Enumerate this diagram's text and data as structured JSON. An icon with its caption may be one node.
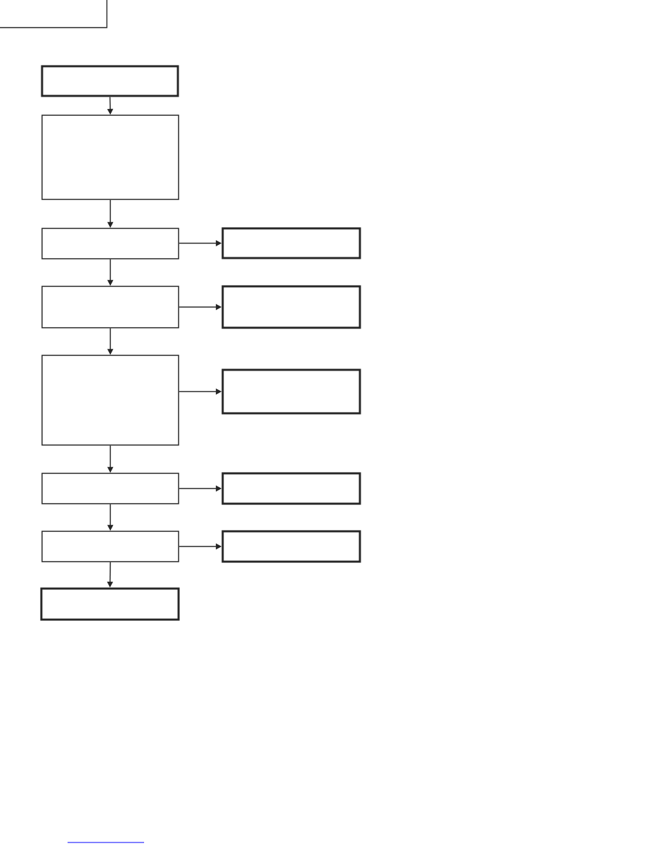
{
  "diagram": {
    "nodes": [
      {
        "text": [],
        "shape": "box"
      },
      {
        "text": [],
        "shape": "box"
      },
      {
        "text": [],
        "shape": "box"
      },
      {
        "text": [],
        "shape": "box"
      },
      {
        "text": [],
        "shape": "box"
      },
      {
        "text": [],
        "shape": "box"
      },
      {
        "text": [],
        "shape": "box"
      },
      {
        "text": [],
        "shape": "box"
      },
      {
        "text": [],
        "shape": "box"
      },
      {
        "text": [],
        "shape": "box"
      },
      {
        "text": [],
        "shape": "box"
      },
      {
        "text": [],
        "shape": "box"
      },
      {
        "text": [],
        "shape": "box"
      }
    ],
    "edges": [
      {
        "from": 0,
        "to": 1,
        "arrow": "to"
      },
      {
        "from": 1,
        "to": 2,
        "arrow": "to"
      },
      {
        "from": 2,
        "to": 3,
        "arrow": "to"
      },
      {
        "from": 2,
        "to": 4,
        "arrow": "to"
      },
      {
        "from": 4,
        "to": 5,
        "arrow": "to"
      },
      {
        "from": 4,
        "to": 6,
        "arrow": "to"
      },
      {
        "from": 6,
        "to": 7,
        "arrow": "to"
      },
      {
        "from": 6,
        "to": 8,
        "arrow": "to"
      },
      {
        "from": 8,
        "to": 9,
        "arrow": "to"
      },
      {
        "from": 8,
        "to": 10,
        "arrow": "to"
      },
      {
        "from": 10,
        "to": 11,
        "arrow": "to"
      },
      {
        "from": 10,
        "to": 12,
        "arrow": "to"
      }
    ]
  }
}
